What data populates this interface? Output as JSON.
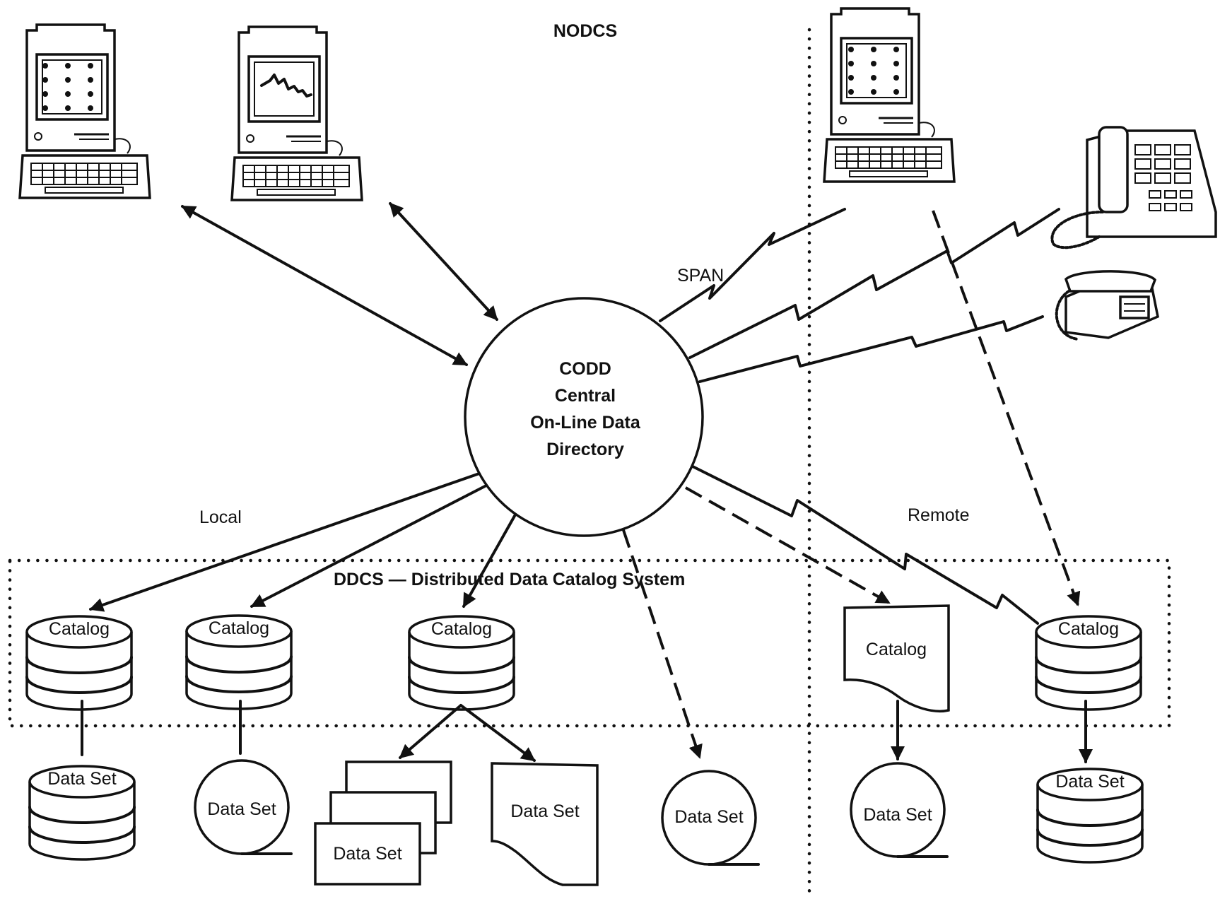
{
  "title": "NODCS",
  "center": {
    "lines": [
      "CODD",
      "Central",
      "On-Line Data",
      "Directory"
    ]
  },
  "labels": {
    "span": "SPAN",
    "local": "Local",
    "remote": "Remote",
    "ddcs": "DDCS — Distributed Data Catalog System"
  },
  "catalogs": [
    "Catalog",
    "Catalog",
    "Catalog",
    "Catalog",
    "Catalog"
  ],
  "datasets": [
    "Data Set",
    "Data Set",
    "Data Set",
    "Data Set",
    "Data Set",
    "Data Set",
    "Data Set"
  ],
  "icons": [
    "computer-icon",
    "telephone-icon",
    "database-icon",
    "document-icon",
    "tape-reel-icon",
    "arrow-icon"
  ],
  "colors": {
    "ink": "#111111",
    "background": "#ffffff"
  }
}
